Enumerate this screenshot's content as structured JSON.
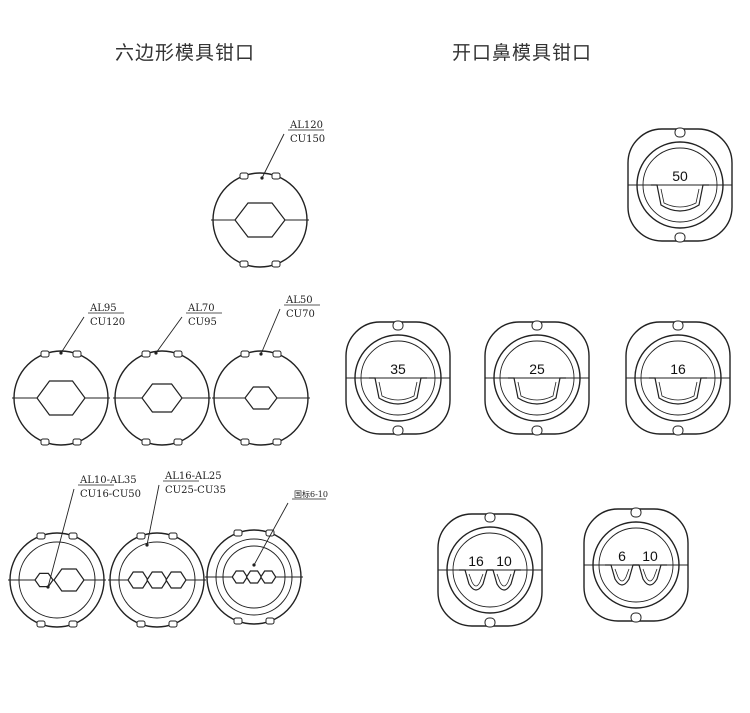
{
  "headings": {
    "hex": "六边形模具钳口",
    "open": "开口鼻模具钳口"
  },
  "hex_dies": [
    {
      "lines": [
        "AL120",
        "CU150"
      ],
      "hex_count": 1
    },
    {
      "lines": [
        "AL95",
        "CU120"
      ],
      "hex_count": 1
    },
    {
      "lines": [
        "AL70",
        "CU95"
      ],
      "hex_count": 1
    },
    {
      "lines": [
        "AL50",
        "CU70"
      ],
      "hex_count": 1
    },
    {
      "lines": [
        "AL10-AL35",
        "CU16-CU50"
      ],
      "hex_count": 2
    },
    {
      "lines": [
        "AL16-AL25",
        "CU25-CU35"
      ],
      "hex_count": 3
    },
    {
      "lines": [
        "国标6-10"
      ],
      "hex_count": 3
    }
  ],
  "open_dies": [
    {
      "labels": [
        "50"
      ],
      "notches": 1
    },
    {
      "labels": [
        "35"
      ],
      "notches": 1
    },
    {
      "labels": [
        "25"
      ],
      "notches": 1
    },
    {
      "labels": [
        "16"
      ],
      "notches": 1
    },
    {
      "labels": [
        "16",
        "10"
      ],
      "notches": 2
    },
    {
      "labels": [
        "6",
        "10"
      ],
      "notches": 2
    }
  ],
  "colors": {
    "stroke": "#222222",
    "background": "#ffffff"
  }
}
